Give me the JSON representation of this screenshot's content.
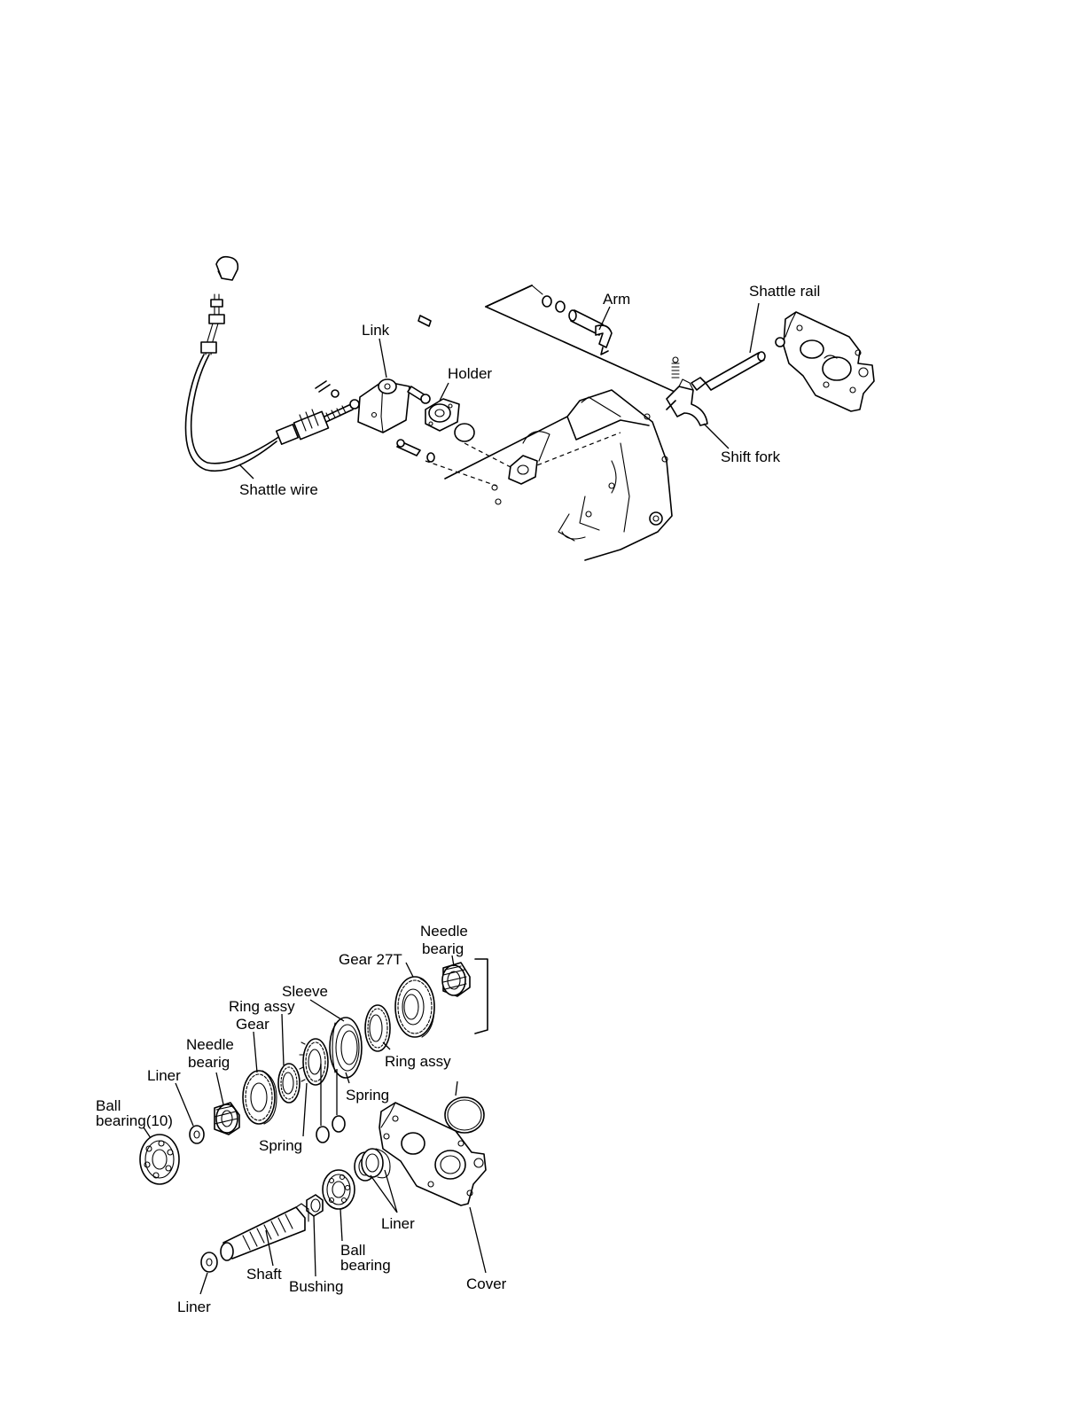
{
  "diagram_top": {
    "labels": {
      "arm": "Arm",
      "shattle_rail": "Shattle rail",
      "link": "Link",
      "holder": "Holder",
      "shift_fork": "Shift fork",
      "shattle_wire": "Shattle wire"
    }
  },
  "diagram_bottom": {
    "labels": {
      "needle_bearing_top_1": "Needle",
      "needle_bearing_top_2": "bearig",
      "gear_27t": "Gear 27T",
      "sleeve": "Sleeve",
      "ring_assy_left": "Ring assy",
      "gear": "Gear",
      "needle_bearing_left_1": "Needle",
      "needle_bearing_left_2": "bearig",
      "liner_upper": "Liner",
      "ball_bearing_10_1": "Ball",
      "ball_bearing_10_2": "bearing(10)",
      "ring_assy_right": "Ring assy",
      "spring_right": "Spring",
      "spring_left": "Spring",
      "liner_middle": "Liner",
      "ball_bearing_1": "Ball",
      "ball_bearing_2": "bearing",
      "shaft": "Shaft",
      "bushing": "Bushing",
      "cover": "Cover",
      "liner_lower": "Liner"
    }
  }
}
